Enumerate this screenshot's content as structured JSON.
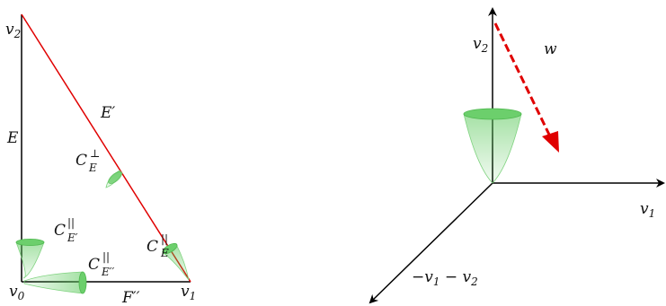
{
  "left_diagram": {
    "vertices": {
      "v2": {
        "base": "v",
        "sub": "2"
      },
      "v0": {
        "base": "v",
        "sub": "0"
      },
      "v1": {
        "base": "v",
        "sub": "1"
      }
    },
    "edges": {
      "E": "E",
      "E_prime": "E′",
      "F_double_prime": "F′′"
    },
    "cones": {
      "C_E_perp": {
        "base": "C",
        "sup": "⊥",
        "sub": "E"
      },
      "C_E_prime_par": {
        "base": "C",
        "sup": "||",
        "sub": "E′"
      },
      "C_E_double_prime_par": {
        "base": "C",
        "sup": "||",
        "sub": "E′′"
      },
      "C_E_par": {
        "base": "C",
        "sup": "||",
        "sub": "E"
      }
    },
    "colors": {
      "edge_E_prime": "#e00000",
      "axis": "#000000",
      "cone": "#5cc95c"
    }
  },
  "right_diagram": {
    "axes": {
      "v1": {
        "base": "v",
        "sub": "1"
      },
      "v2": {
        "base": "v",
        "sub": "2"
      },
      "neg": {
        "text": "−v",
        "sub1": "1",
        "mid": " − v",
        "sub2": "2"
      }
    },
    "vector": {
      "label": "w",
      "color": "#e00000"
    },
    "cone_color": "#5cc95c"
  }
}
